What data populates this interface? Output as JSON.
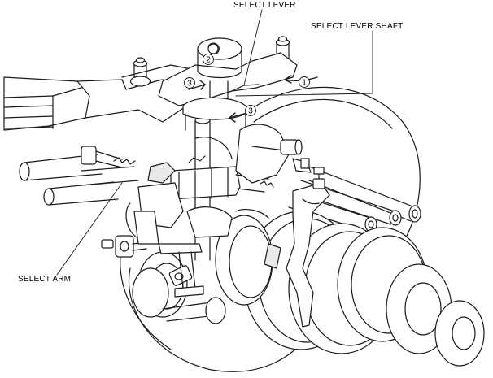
{
  "callouts": {
    "select_lever": "SELECT LEVER",
    "select_lever_shaft": "SELECT LEVER SHAFT",
    "select_arm": "SELECT ARM"
  },
  "markers": {
    "m1": "1",
    "m2": "2",
    "m3a": "3",
    "m3b": "3"
  },
  "colors": {
    "stroke": "#1a1a1a",
    "fill": "#ffffff",
    "shade": "#e9e9e9"
  }
}
